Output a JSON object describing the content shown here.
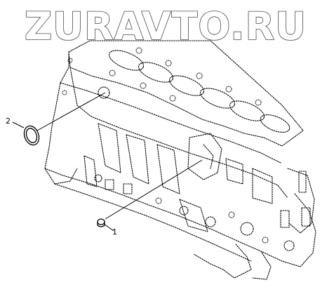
{
  "watermark": {
    "text": "ZURAVTO.RU"
  },
  "callouts": [
    {
      "number": "1",
      "part": "plug"
    },
    {
      "number": "2",
      "part": "seal-ring"
    }
  ],
  "colors": {
    "line": "#000000",
    "watermark_stroke": "#4a4a4a",
    "background": "#ffffff"
  }
}
